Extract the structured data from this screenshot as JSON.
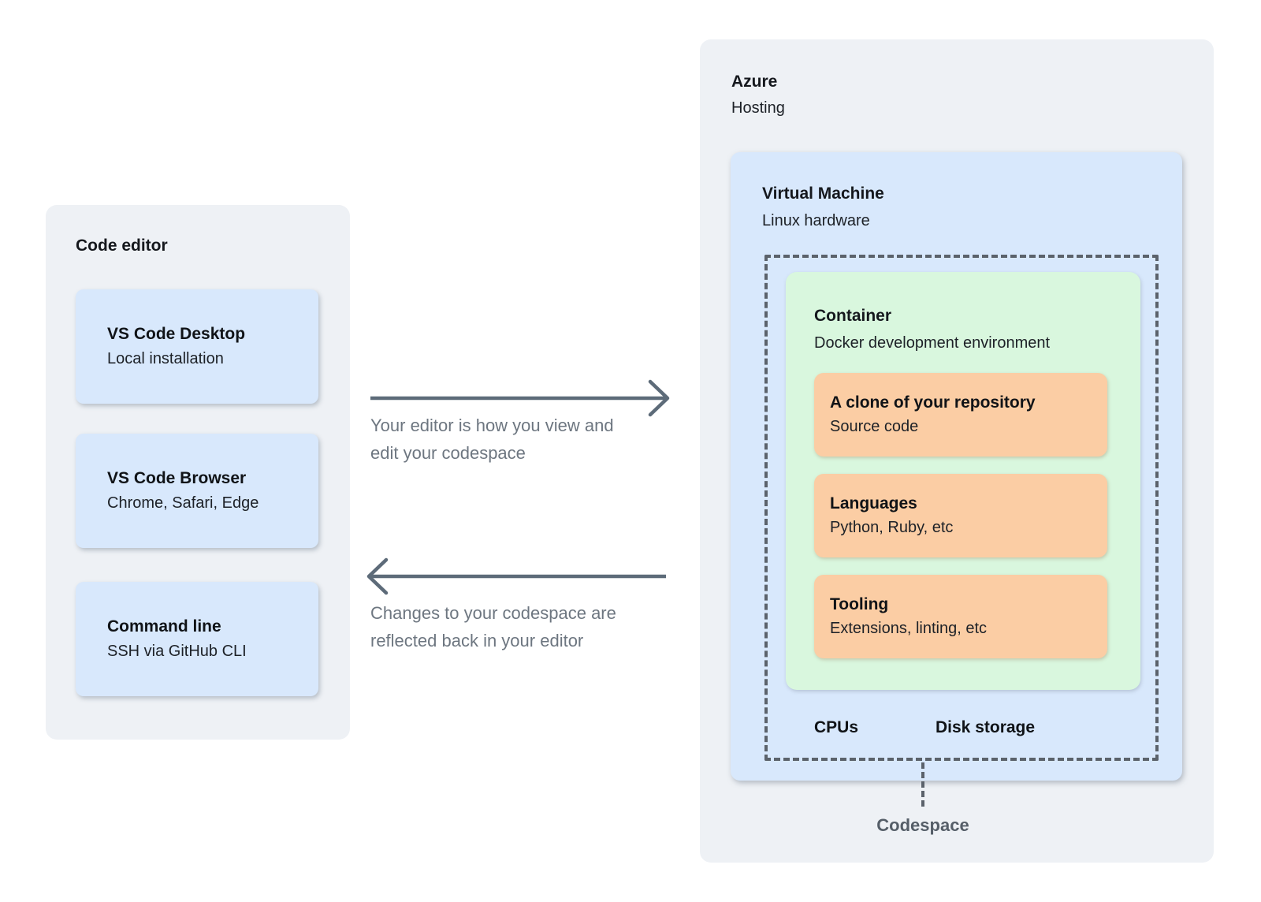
{
  "editor_panel": {
    "title": "Code editor",
    "cards": [
      {
        "title": "VS Code Desktop",
        "subtitle": "Local installation"
      },
      {
        "title": "VS Code Browser",
        "subtitle": "Chrome, Safari, Edge"
      },
      {
        "title": "Command line",
        "subtitle": "SSH via GitHub CLI"
      }
    ]
  },
  "flows": {
    "editor_to_codespace": {
      "lines": [
        "Your editor is how you view and",
        "edit your codespace"
      ]
    },
    "codespace_to_editor": {
      "lines": [
        "Changes to your codespace are",
        "reflected back in your editor"
      ]
    }
  },
  "azure_panel": {
    "title": "Azure",
    "subtitle": "Hosting",
    "virtual_machine": {
      "title": "Virtual Machine",
      "subtitle": "Linux hardware",
      "container": {
        "title": "Container",
        "subtitle": "Docker development environment",
        "cards": [
          {
            "title": "A clone of your repository",
            "subtitle": "Source code"
          },
          {
            "title": "Languages",
            "subtitle": "Python, Ruby, etc"
          },
          {
            "title": "Tooling",
            "subtitle": "Extensions, linting, etc"
          }
        ]
      },
      "resources": [
        {
          "label": "CPUs"
        },
        {
          "label": "Disk storage"
        }
      ],
      "boundary_label": "Codespace"
    }
  },
  "colors": {
    "panel_bg": "#eef1f5",
    "blue_box": "#d8e8fc",
    "green_box": "#d9f7de",
    "orange_box": "#fbcda4",
    "arrow": "#5d6b79",
    "muted_text": "#6d7680",
    "dash": "#5b626b",
    "codespace_label": "#555e68",
    "heading_text": "#15181d"
  }
}
